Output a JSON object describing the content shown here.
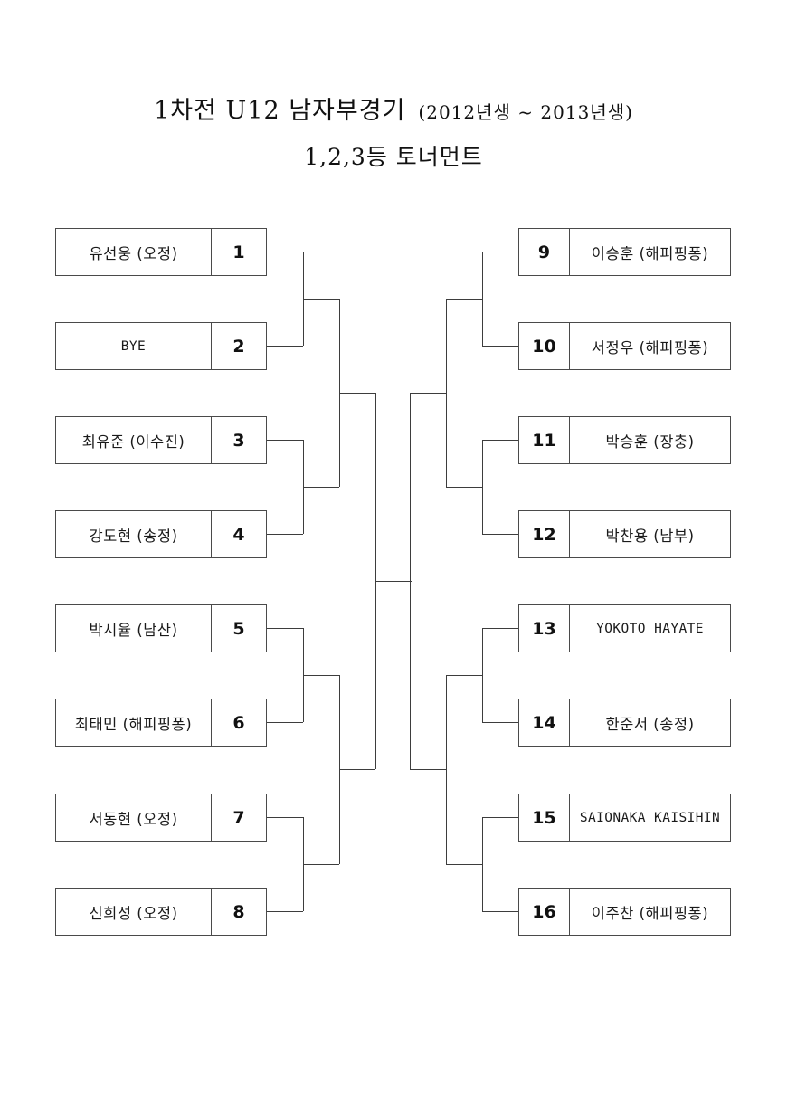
{
  "title": {
    "line1_main": "1차전  U12  남자부경기",
    "line1_paren": "(2012년생 ~ 2013년생)",
    "line2": "1,2,3등 토너먼트"
  },
  "bracket": {
    "type": "single-elimination-mirrored",
    "size": 16,
    "left": [
      {
        "seed": "1",
        "name": "유선웅 (오정)",
        "script": "hangul"
      },
      {
        "seed": "2",
        "name": "BYE",
        "script": "latin"
      },
      {
        "seed": "3",
        "name": "최유준 (이수진)",
        "script": "hangul"
      },
      {
        "seed": "4",
        "name": "강도현 (송정)",
        "script": "hangul"
      },
      {
        "seed": "5",
        "name": "박시율 (남산)",
        "script": "hangul"
      },
      {
        "seed": "6",
        "name": "최태민 (해피핑퐁)",
        "script": "hangul"
      },
      {
        "seed": "7",
        "name": "서동현 (오정)",
        "script": "hangul"
      },
      {
        "seed": "8",
        "name": "신희성 (오정)",
        "script": "hangul"
      }
    ],
    "right": [
      {
        "seed": "9",
        "name": "이승훈 (해피핑퐁)",
        "script": "hangul"
      },
      {
        "seed": "10",
        "name": "서정우 (해피핑퐁)",
        "script": "hangul"
      },
      {
        "seed": "11",
        "name": "박승훈 (장충)",
        "script": "hangul"
      },
      {
        "seed": "12",
        "name": "박찬용 (남부)",
        "script": "hangul"
      },
      {
        "seed": "13",
        "name": "YOKOTO HAYATE",
        "script": "latin"
      },
      {
        "seed": "14",
        "name": "한준서 (송정)",
        "script": "hangul"
      },
      {
        "seed": "15",
        "name": "SAIONAKA KAISIHIN",
        "script": "latin"
      },
      {
        "seed": "16",
        "name": "이주찬 (해피핑퐁)",
        "script": "hangul"
      }
    ]
  },
  "colors": {
    "page_background": "#ffffff",
    "box_border": "#4a4a4a",
    "line": "#3d3d3d",
    "text": "#1a1a1a"
  }
}
